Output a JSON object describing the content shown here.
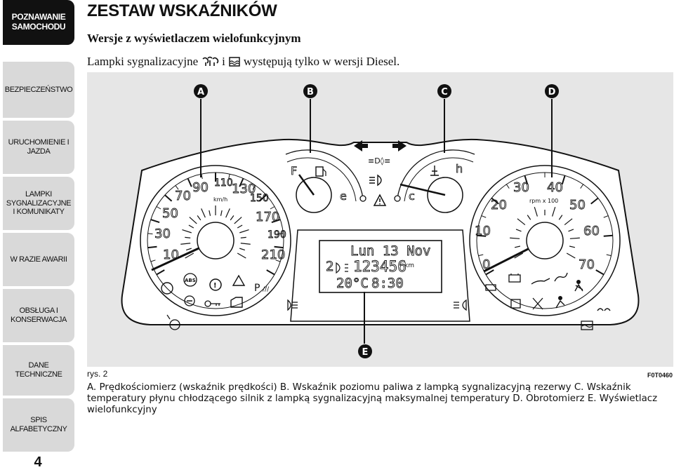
{
  "sidebar": {
    "tabs": [
      {
        "label": "POZNAWANIE SAMOCHODU",
        "active": true
      },
      {
        "label": "BEZPIECZEŃSTWO",
        "active": false
      },
      {
        "label": "URUCHOMIENIE I JAZDA",
        "active": false
      },
      {
        "label": "LAMPKI SYGNALIZACYJNE I KOMUNIKATY",
        "active": false
      },
      {
        "label": "W RAZIE AWARII",
        "active": false
      },
      {
        "label": "OBSŁUGA I KONSERWACJA",
        "active": false
      },
      {
        "label": "DANE TECHNICZNE",
        "active": false
      },
      {
        "label": "SPIS ALFABETYCZNY",
        "active": false
      }
    ],
    "page_number": "4"
  },
  "header": {
    "title": "ZESTAW WSKAŹNIKÓW",
    "subtitle": "Wersje z wyświetlaczem wielofunkcyjnym",
    "note_before": "Lampki sygnalizacyjne",
    "note_middle": "i",
    "note_after": "występują tylko w wersji Diesel."
  },
  "figure": {
    "callouts": [
      "A",
      "B",
      "C",
      "D",
      "E"
    ],
    "speedometer": {
      "ticks": [
        "10",
        "30",
        "50",
        "70",
        "90",
        "110",
        "130",
        "150",
        "170",
        "190",
        "210"
      ],
      "unit": "km/h"
    },
    "tachometer": {
      "ticks": [
        "0",
        "10",
        "20",
        "30",
        "40",
        "50",
        "60",
        "70"
      ],
      "unit": "rpm x 100"
    },
    "fuel_gauge": {
      "full": "F",
      "empty": "e"
    },
    "temp_gauge": {
      "cold": "c",
      "hot": "h"
    },
    "display": {
      "line1": "Lun 13 Nov",
      "odometer": "123456",
      "odometer_unit": "km",
      "gear": "2",
      "temperature": "20°C",
      "clock": "8:30"
    },
    "brake_label": "P",
    "code": "F0T0460"
  },
  "caption": {
    "ref": "rys. 2",
    "text": "A. Prędkościomierz (wskaźnik prędkości) B. Wskaźnik poziomu paliwa z lampką sygnalizacyjną rezerwy C. Wskaźnik temperatury płynu chłodzącego silnik z lampką sygnalizacyjną maksymalnej temperatury D. Obrotomierz E. Wyświetlacz wielofunkcyjny"
  },
  "colors": {
    "active_tab": "#111111",
    "inactive_tab": "#d9d9d9",
    "figure_bg": "#e6e6e6"
  }
}
